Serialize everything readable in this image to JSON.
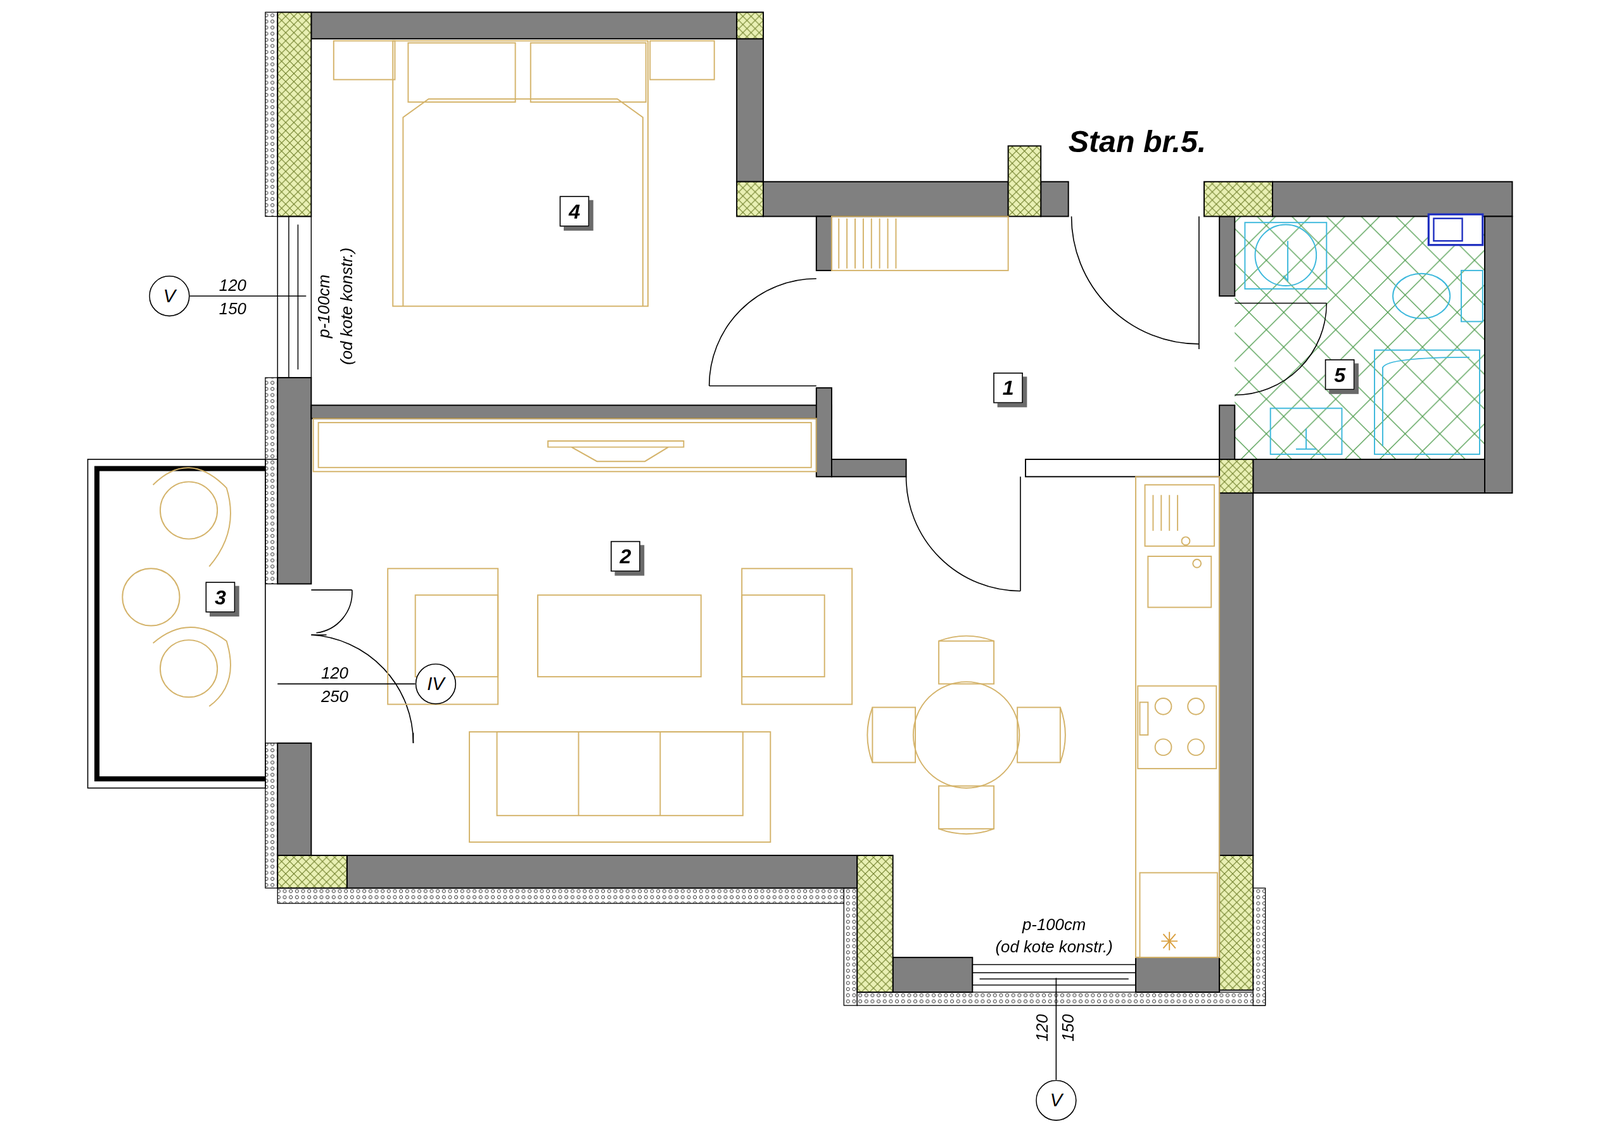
{
  "diagram": {
    "title": "Stan br.5.",
    "nodes": [
      {
        "text": [
          "4"
        ]
      },
      {
        "text": [
          "V"
        ]
      },
      {
        "text": [
          "5"
        ]
      },
      {
        "text": [
          "1"
        ]
      },
      {
        "text": [
          "2"
        ]
      },
      {
        "text": [
          "3"
        ]
      },
      {
        "text": [
          "IV"
        ]
      },
      {
        "text": [
          "V"
        ]
      }
    ],
    "labels": [
      "120",
      "150",
      "p-100cm",
      "(od kote konstr.)",
      "120",
      "250",
      "p-100cm",
      "(od kote konstr.)",
      "120",
      "150"
    ]
  }
}
